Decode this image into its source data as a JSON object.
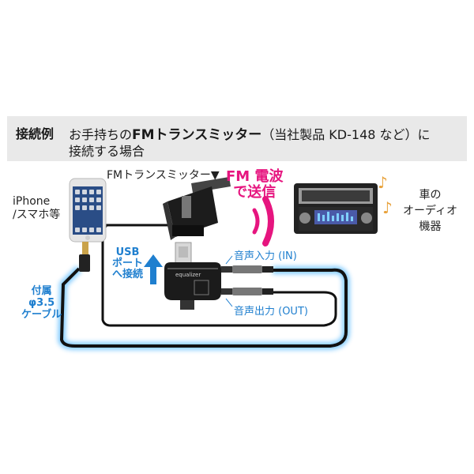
{
  "header": {
    "tag": "接続例",
    "line1_pre": "お手持ちの",
    "line1_bold": "FMトランスミッター",
    "line1_post": "（当社製品 KD-148 など）に",
    "line2": "接続する場合"
  },
  "labels": {
    "iphone_line1": "iPhone",
    "iphone_line2": "/スマホ等",
    "fm_transmitter": "FMトランスミッター▼",
    "fm_wave_line1": "FM 電波",
    "fm_wave_line2": "で送信",
    "car_line1": "車の",
    "car_line2": "オーディオ",
    "car_line3": "機器",
    "usb_line1": "USB",
    "usb_line2": "ポート",
    "usb_line3": "へ接続",
    "cable_line1": "付属",
    "cable_line2": "φ3.5",
    "cable_line3": "ケーブル",
    "audio_in": "音声入力 (IN)",
    "audio_out": "音声出力 (OUT)",
    "device_brand": "equalizer"
  },
  "colors": {
    "accent_blue": "#1f7fcf",
    "fm_pink": "#e6157f",
    "music_note": "#e8a13a"
  }
}
